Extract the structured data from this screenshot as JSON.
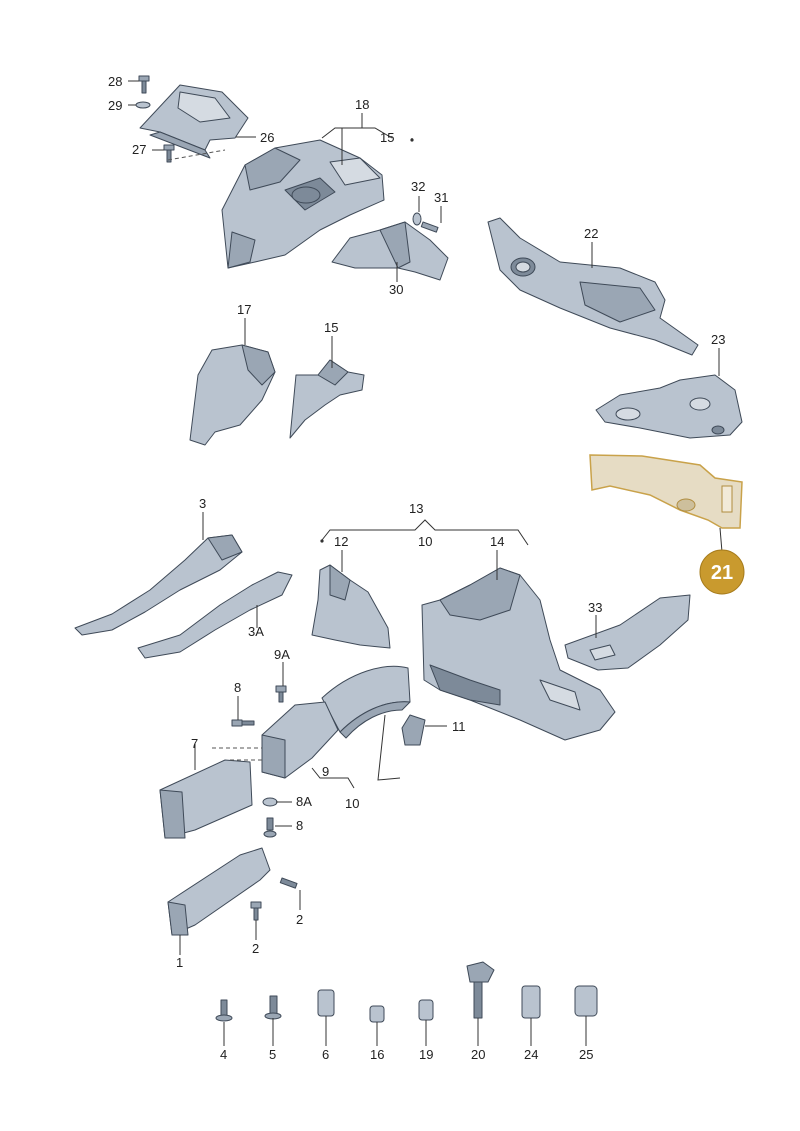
{
  "labels": {
    "l28": "28",
    "l29": "29",
    "l27": "27",
    "l26": "26",
    "l18": "18",
    "l15a": "15",
    "l32": "32",
    "l31": "31",
    "l30": "30",
    "l22": "22",
    "l17": "17",
    "l15b": "15",
    "l23": "23",
    "l3": "3",
    "l13": "13",
    "l12": "12",
    "l10a": "10",
    "l14": "14",
    "l3A": "3A",
    "l33": "33",
    "l9A": "9A",
    "l8a": "8",
    "l11": "11",
    "l7": "7",
    "l9": "9",
    "l10b": "10",
    "l8A": "8A",
    "l8b": "8",
    "l2a": "2",
    "l2b": "2",
    "l1": "1",
    "l4": "4",
    "l5": "5",
    "l6": "6",
    "l16": "16",
    "l19": "19",
    "l20": "20",
    "l24": "24",
    "l25": "25"
  },
  "highlight": {
    "label": "21",
    "color": "#c99a2e"
  }
}
